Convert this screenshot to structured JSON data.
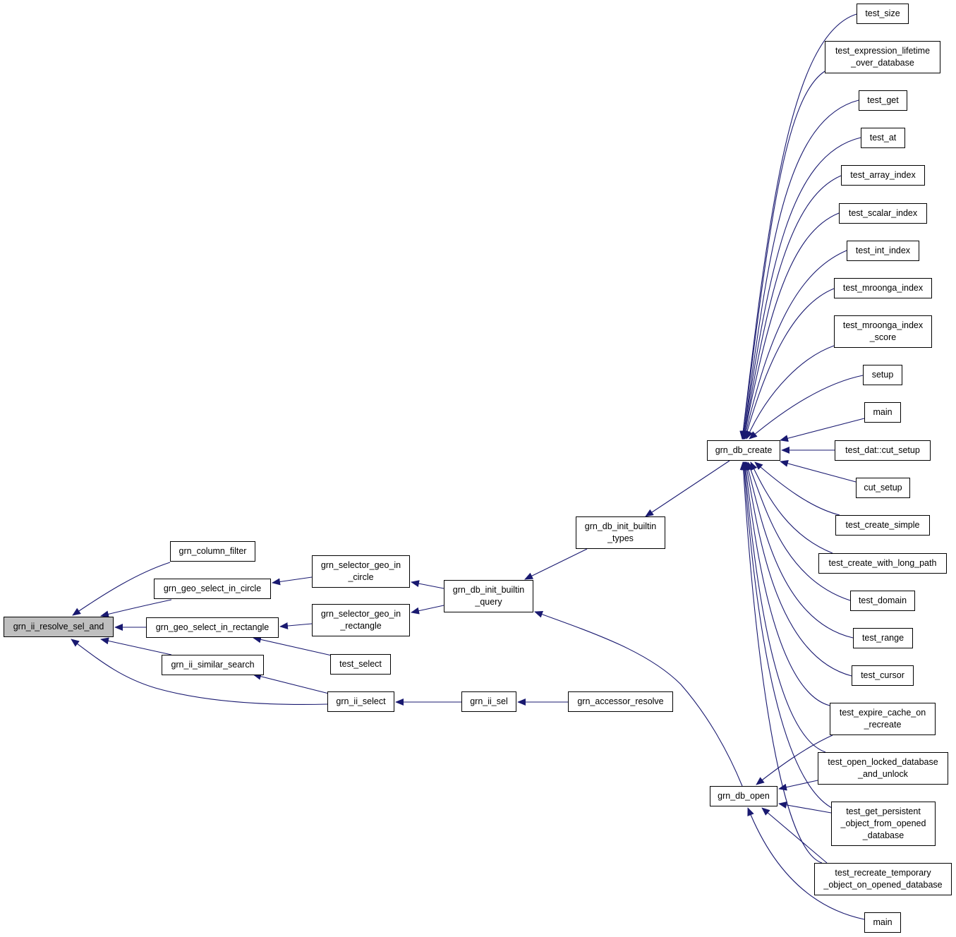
{
  "graph": {
    "colors": {
      "edge": "#191970",
      "node_border": "#000000",
      "root_fill": "#bfbfbf",
      "node_fill": "#ffffff"
    },
    "nodes": {
      "root": "grn_ii_resolve_sel_and",
      "column_filter": "grn_column_filter",
      "geo_circle": "grn_geo_select_in_circle",
      "geo_rect": "grn_geo_select_in_rectangle",
      "similar": "grn_ii_similar_search",
      "ii_select": "grn_ii_select",
      "sel_geo_circle": "grn_selector_geo_in\n_circle",
      "sel_geo_rect": "grn_selector_geo_in\n_rectangle",
      "test_select": "test_select",
      "ii_sel": "grn_ii_sel",
      "accessor": "grn_accessor_resolve",
      "init_query": "grn_db_init_builtin\n_query",
      "init_types": "grn_db_init_builtin\n_types",
      "db_create": "grn_db_create",
      "db_open": "grn_db_open",
      "t_size": "test_size",
      "t_expr": "test_expression_lifetime\n_over_database",
      "t_get": "test_get",
      "t_at": "test_at",
      "t_array": "test_array_index",
      "t_scalar": "test_scalar_index",
      "t_int": "test_int_index",
      "t_mroonga": "test_mroonga_index",
      "t_mroonga_score": "test_mroonga_index\n_score",
      "t_setup": "setup",
      "t_main1": "main",
      "t_dat": "test_dat::cut_setup",
      "t_cut": "cut_setup",
      "t_create_simple": "test_create_simple",
      "t_create_long": "test_create_with_long_path",
      "t_domain": "test_domain",
      "t_range": "test_range",
      "t_cursor": "test_cursor",
      "t_expire": "test_expire_cache_on\n_recreate",
      "t_open_locked": "test_open_locked_database\n_and_unlock",
      "t_persistent": "test_get_persistent\n_object_from_opened\n_database",
      "t_recreate_tmp": "test_recreate_temporary\n_object_on_opened_database",
      "t_main2": "main"
    }
  }
}
